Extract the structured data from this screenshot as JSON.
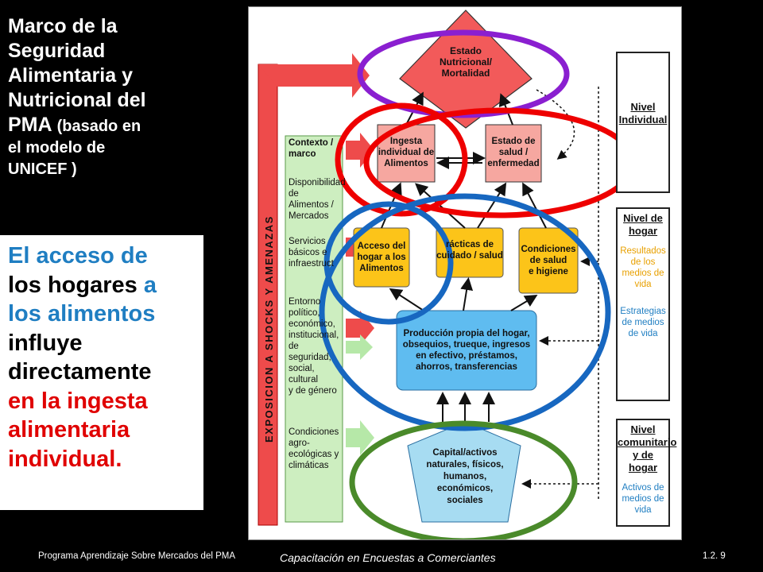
{
  "title": {
    "line1": "Marco de la",
    "line2": "Seguridad",
    "line3": "Alimentaria y",
    "line4": "Nutricional del",
    "line5_main": "PMA",
    "line5_sub": "(basado en",
    "line6": "el modelo de",
    "line7": "UNICEF )"
  },
  "callout": {
    "part1": "El acceso de",
    "part2": "los hogares",
    "part3": "a",
    "part4": "los alimentos",
    "part5": "influye",
    "part6": "directamente",
    "part7": "en la ingesta",
    "part8": "alimentaria",
    "part9": "individual."
  },
  "diagram": {
    "vertical_label": "EXPOSICION A SHOCKS Y AMENAZAS",
    "context": {
      "header1": "Contexto /",
      "header2": "marco",
      "item1a": "Disponibilidad",
      "item1b": "de Alimentos /",
      "item1c": "Mercados",
      "item2a": "Servicios",
      "item2b": "básicos e",
      "item2c": "infraestruct",
      "item3a": "Entorno",
      "item3b": "político,",
      "item3c": "económico,",
      "item3d": "institucional,",
      "item3e": "de seguridad,",
      "item3f": "social, cultural",
      "item3g": "y de género",
      "item4a": "Condiciones",
      "item4b": "agro-",
      "item4c": "ecológicas y",
      "item4d": "climáticas"
    },
    "estado_nutricional": {
      "l1": "Estado",
      "l2": "Nutricional/",
      "l3": "Mortalidad"
    },
    "ingesta": {
      "l1": "Ingesta",
      "l2": "individual de",
      "l3": "Alimentos"
    },
    "estado_salud": {
      "l1": "Estado de",
      "l2": "salud /",
      "l3": "enfermedad"
    },
    "acceso": {
      "l1": "Acceso del",
      "l2": "hogar a los",
      "l3": "Alimentos"
    },
    "practicas": {
      "l1": "rácticas de",
      "l2": "cuidado / salud"
    },
    "condiciones": {
      "l1": "Condiciones",
      "l2": "de salud",
      "l3": "e higiene"
    },
    "produccion": {
      "l1": "Producción propia del hogar,",
      "l2": "obsequios, trueque, ingresos",
      "l3": "en efectivo, préstamos,",
      "l4": "ahorros, transferencias"
    },
    "capital": {
      "l1": "Capital/activos",
      "l2": "naturales, físicos,",
      "l3": "humanos,",
      "l4": "económicos,",
      "l5": "sociales"
    },
    "right_panel": {
      "nivel_individual_1": "Nivel",
      "nivel_individual_2": "Individual",
      "nivel_hogar_1": "Nivel de",
      "nivel_hogar_2": "hogar",
      "resultados_1": "Resultados",
      "resultados_2": "de los",
      "resultados_3": "medios de",
      "resultados_4": "vida",
      "estrategias_1": "Estrategias",
      "estrategias_2": "de medios",
      "estrategias_3": "de vida",
      "nivel_comunitario_1": "Nivel",
      "nivel_comunitario_2": "comunitario",
      "nivel_comunitario_3": "y de hogar",
      "activos_1": "Activos de",
      "activos_2": "medios de",
      "activos_3": "vida"
    }
  },
  "colors": {
    "red_shape": "#f25a5a",
    "yellow_box": "#fcc419",
    "blue_box": "#5fbcf0",
    "green_panel": "#cdeec0",
    "highlight_purple": "#8a1fd0",
    "highlight_red": "#ee0000",
    "highlight_blue": "#1767c0",
    "highlight_green": "#4a8a2a"
  },
  "footer": {
    "left": "Programa Aprendizaje Sobre Mercados del PMA",
    "center": "Capacitación en Encuestas a Comerciantes",
    "right": "1.2. 9"
  }
}
